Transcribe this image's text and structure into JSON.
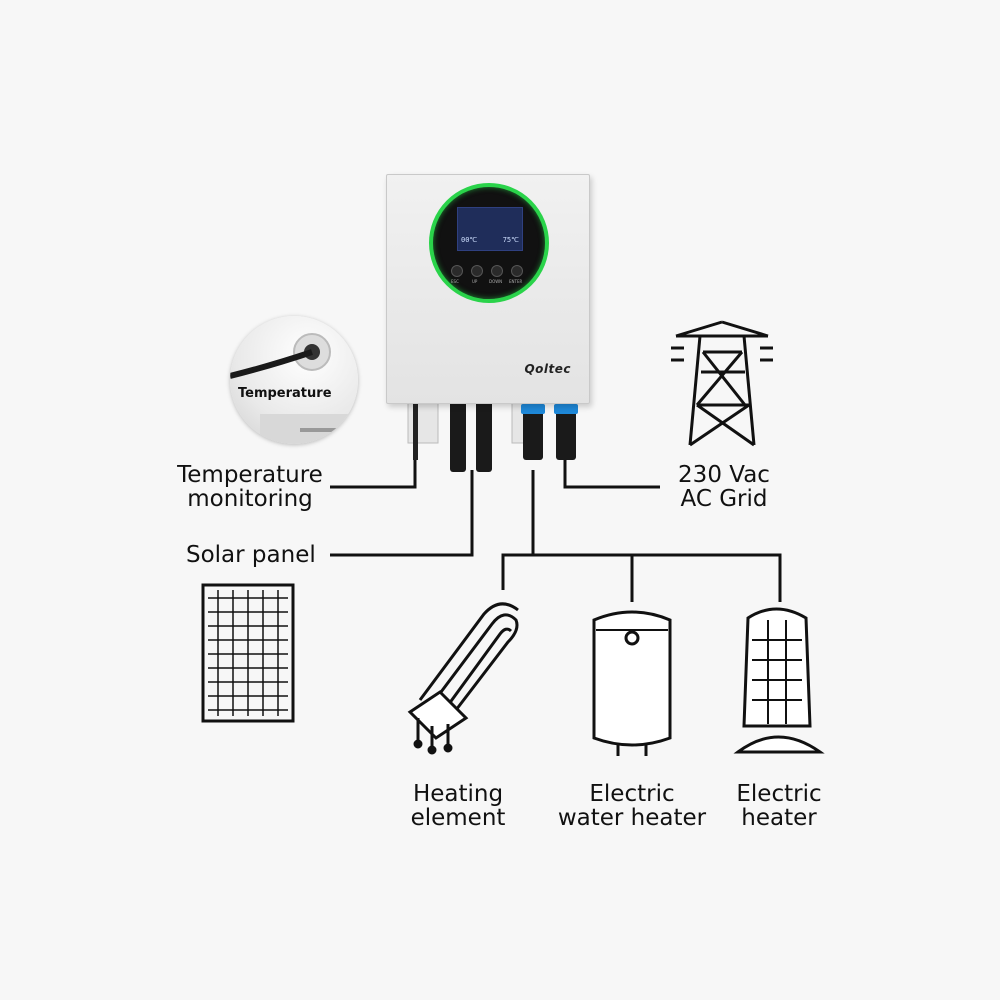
{
  "device": {
    "brand": "Qoltec",
    "screen": {
      "left_reading": "00℃",
      "right_reading": "75℃"
    },
    "buttons": [
      "ESC",
      "UP",
      "DOWN",
      "ENTER"
    ]
  },
  "inset": {
    "label": "Temperature"
  },
  "labels": {
    "temperature_monitoring": [
      "Temperature",
      "monitoring"
    ],
    "solar_panel": "Solar panel",
    "grid": [
      "230 Vac",
      "AC  Grid"
    ],
    "heating_element": [
      "Heating",
      "element"
    ],
    "electric_water_heater": [
      "Electric",
      "water heater"
    ],
    "electric_heater": [
      "Electric",
      "heater"
    ]
  },
  "colors": {
    "background": "#f7f7f7",
    "line": "#111111",
    "screen_ring": "#2ad34a",
    "connector_accent": "#1e88d8"
  },
  "icons": [
    "temperature-sensor-icon",
    "power-tower-icon",
    "solar-panel-icon",
    "heating-element-icon",
    "water-heater-icon",
    "electric-heater-icon"
  ]
}
